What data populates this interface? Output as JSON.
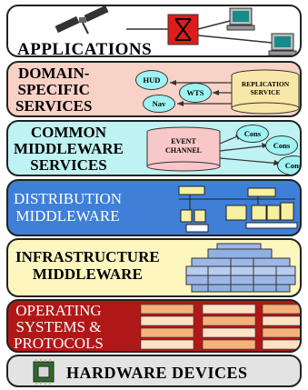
{
  "layers": {
    "applications": {
      "label": "APPLICATIONS",
      "color": "#ffffff"
    },
    "domain": {
      "label": "DOMAIN-\nSPECIFIC\nSERVICES",
      "color": "#f8d2c6",
      "hud": "HUD",
      "wts": "WTS",
      "nav": "Nav",
      "replication": "REPLICATION\nSERVICE"
    },
    "common": {
      "label": "COMMON\nMIDDLEWARE\nSERVICES",
      "color": "#bff2f2",
      "event_channel": "EVENT\nCHANNEL",
      "cons": [
        "Cons",
        "Cons",
        "Cons"
      ]
    },
    "distribution": {
      "label": "DISTRIBUTION\nMIDDLEWARE",
      "color": "#3f7fd8"
    },
    "infrastructure": {
      "label": "INFRASTRUCTURE\nMIDDLEWARE",
      "color": "#fdf6bf"
    },
    "os": {
      "label": "OPERATING\nSYSTEMS &\nPROTOCOLS",
      "color": "#b01818"
    },
    "hardware": {
      "label": "HARDWARE DEVICES",
      "color": "#e3e3e3"
    }
  }
}
